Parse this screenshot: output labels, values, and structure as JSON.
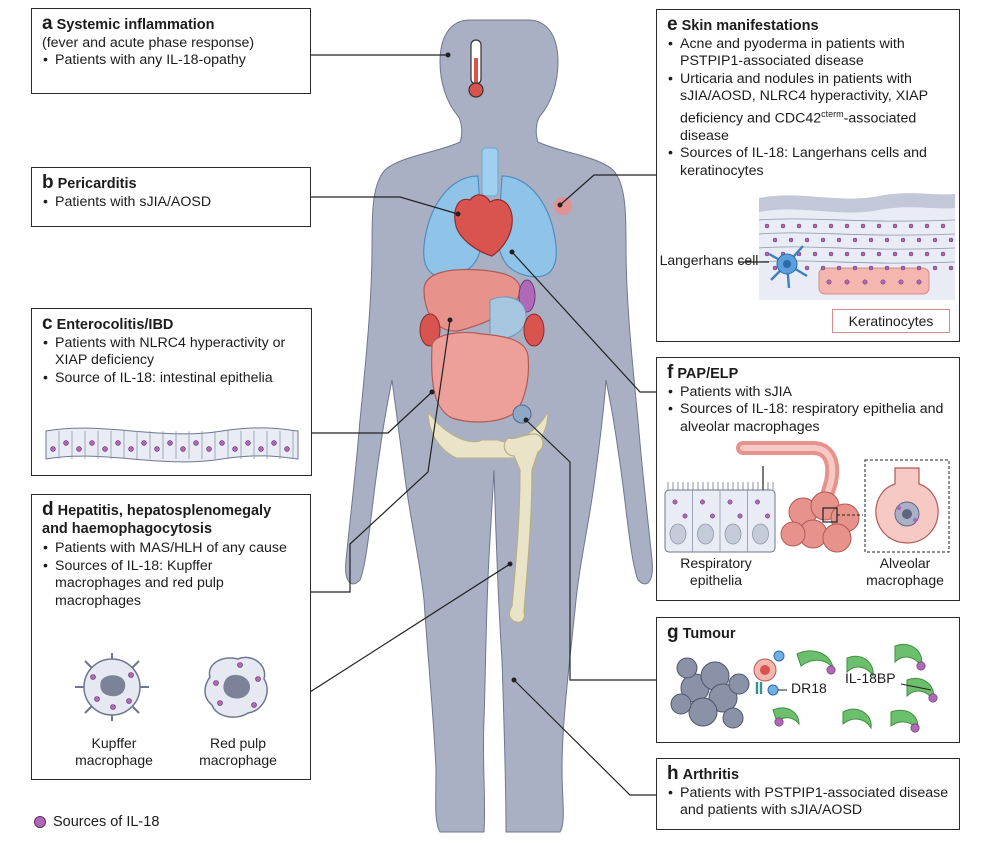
{
  "legend": {
    "label": "Sources of IL-18",
    "color": "#b068b8"
  },
  "panels": {
    "a": {
      "letter": "a",
      "title": "Systemic inflammation",
      "subtitle": "(fever and acute phase response)",
      "bullets": [
        "Patients with any IL-18-opathy"
      ]
    },
    "b": {
      "letter": "b",
      "title": "Pericarditis",
      "bullets": [
        "Patients with sJIA/AOSD"
      ]
    },
    "c": {
      "letter": "c",
      "title": "Enterocolitis/IBD",
      "bullets": [
        "Patients with NLRC4 hyperactivity or XIAP deficiency",
        "Source of IL-18: intestinal epithelia"
      ]
    },
    "d": {
      "letter": "d",
      "title": "Hepatitis, hepatosplenomegaly and haemophagocytosis",
      "bullets": [
        "Patients with MAS/HLH of any cause",
        "Sources of IL-18: Kupffer macrophages and red pulp macrophages"
      ],
      "cell_labels": [
        "Kupffer macrophage",
        "Red pulp macrophage"
      ]
    },
    "e": {
      "letter": "e",
      "title": "Skin manifestations",
      "bullets_pre": [
        "Acne and pyoderma in patients with PSTPIP1-associated disease"
      ],
      "urticaria_pre": "Urticaria and nodules in patients with sJIA/AOSD, NLRC4 hyperactivity, XIAP deficiency and CDC42",
      "urticaria_sup": "cterm",
      "urticaria_post": "-associated disease",
      "bullets_post": [
        "Sources of IL-18: Langerhans cells and keratinocytes"
      ],
      "cell_labels": [
        "Langerhans cell",
        "Keratinocytes"
      ]
    },
    "f": {
      "letter": "f",
      "title": "PAP/ELP",
      "bullets": [
        "Patients with sJIA",
        "Sources of IL-18: respiratory epithelia and alveolar macrophages"
      ],
      "cell_labels": [
        "Respiratory epithelia",
        "Alveolar macrophage"
      ]
    },
    "g": {
      "letter": "g",
      "title": "Tumour",
      "labels": [
        "DR18",
        "IL-18BP"
      ]
    },
    "h": {
      "letter": "h",
      "title": "Arthritis",
      "bullets": [
        "Patients with PSTPIP1-associated disease and patients with sJIA/AOSD"
      ]
    }
  },
  "colors": {
    "body": "#a9b0c4",
    "lung": "#8fc3e8",
    "heart": "#d9534f",
    "organ": "#e8928c",
    "bone": "#e9e4c8",
    "skin": "#f3b7b0",
    "purple": "#b068b8"
  }
}
